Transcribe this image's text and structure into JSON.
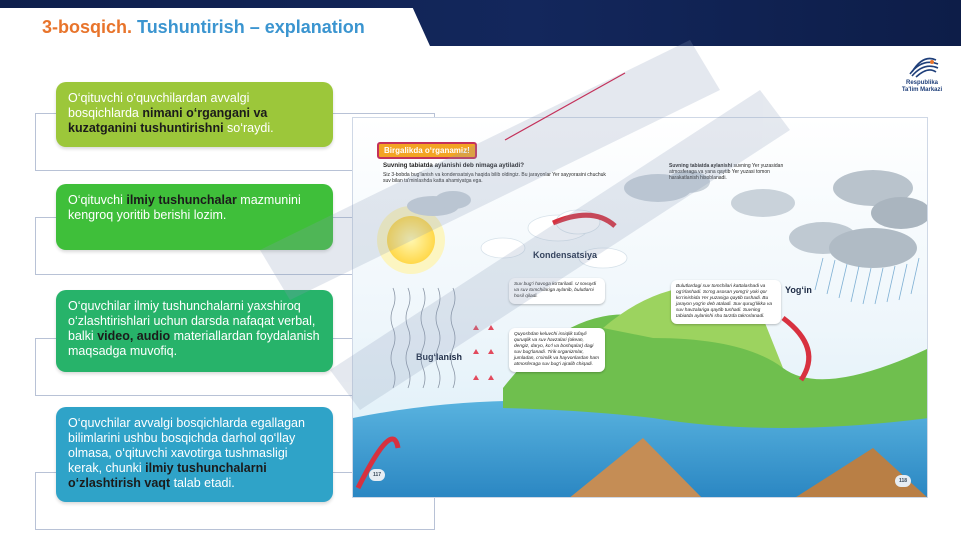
{
  "header": {
    "step": "3-bosqich.",
    "title": "Tushuntirish – explanation"
  },
  "logo": {
    "line1": "Respublika",
    "line2": "Ta'lim Markazi",
    "icon": "rtm-logo-icon"
  },
  "cards": [
    {
      "parts": [
        {
          "t": "O‘qituvchi o‘quvchilardan avvalgi bosqichlarda ",
          "b": false
        },
        {
          "t": "nimani o‘rgangani va kuzatganini tushuntirishni",
          "b": true
        },
        {
          "t": " so‘raydi.",
          "b": false
        }
      ]
    },
    {
      "parts": [
        {
          "t": "O‘qituvchi ",
          "b": false
        },
        {
          "t": "ilmiy tushunchalar",
          "b": true
        },
        {
          "t": " mazmunini kengroq yoritib berishi lozim.",
          "b": false
        }
      ]
    },
    {
      "parts": [
        {
          "t": "O‘quvchilar ilmiy tushunchalarni yaxshiroq o‘zlashtirishlari uchun darsda nafaqat verbal, balki ",
          "b": false
        },
        {
          "t": "video, audio",
          "b": true
        },
        {
          "t": " materiallardan foydalanish maqsadga muvofiq.",
          "b": false
        }
      ]
    },
    {
      "parts": [
        {
          "t": "O‘quvchilar avvalgi bosqichlarda egallagan bilimlarini ushbu bosqichda darhol qo‘llay olmasa, o‘qituvchi xavotirga tushmasligi kerak, chunki ",
          "b": false
        },
        {
          "t": "ilmiy tushunchalarni o‘zlashtirish vaqt",
          "b": true
        },
        {
          "t": " talab etadi.",
          "b": false
        }
      ]
    }
  ],
  "textbook": {
    "badge": "Birgalikda o‘rganamiz!",
    "question": "Suvning tabiatda aylanishi deb nimaga aytiladi?",
    "intro": "Siz 3-bobda bug‘lanish va kondensatsiya haqida bilib oldingiz. Bu jarayonlar Yer sayyorasini chuchuk suv bilan ta'minlashda katta ahamiyatga ega.",
    "right_intro_bold": "Suvning tabiatda aylanishi",
    "right_intro": "suvning Yer yuzasidan atmosferaga va yana qaytib Yer yuzasi tomon harakatlanish hisoblanadi.",
    "label_kondensatsiya": "Kondensatsiya",
    "label_yogin": "Yog‘in",
    "label_buglanish": "Bug‘lanish",
    "bubble1": "Suv bug‘i havoga ko‘tariladi. U sovuydi va suv tomchilariga aylanib, bulutlarni hosil qiladi.",
    "bubble2": "Bulutlardagi suv tomchilari kattalashadi va og‘irlashadi. So‘ng asosan yomg‘ir yoki qor ko‘rinishida Yer yuzasiga qaytib tushadi. Bu jarayon yog‘in deb ataladi. Suv qurugʻlikka va suv havzalariga qaytib tushadi. Suvning tabiatda aylanishi shu tarzda takrorlanadi.",
    "bubble3": "Quyoshdan keluvchi issiqlik tufayli quruqlik va suv havzalari (okean, dengiz, daryo, ko‘l va boshqalar) dagi suv bug‘lanadi. Tirik organizmlar, jumladan, o‘simlik va hayvonlardan ham atmosferaga suv bug‘i ajralib chiqadi.",
    "page_left": "117",
    "page_right": "118"
  },
  "colors": {
    "navy": "#13275c",
    "orange": "#e8742b",
    "blue": "#3b95d0",
    "card1": "#9cc73a",
    "card2": "#3fbf3a",
    "card3": "#27b36a",
    "card4": "#2fa3c8",
    "callout": "#c4315a"
  }
}
